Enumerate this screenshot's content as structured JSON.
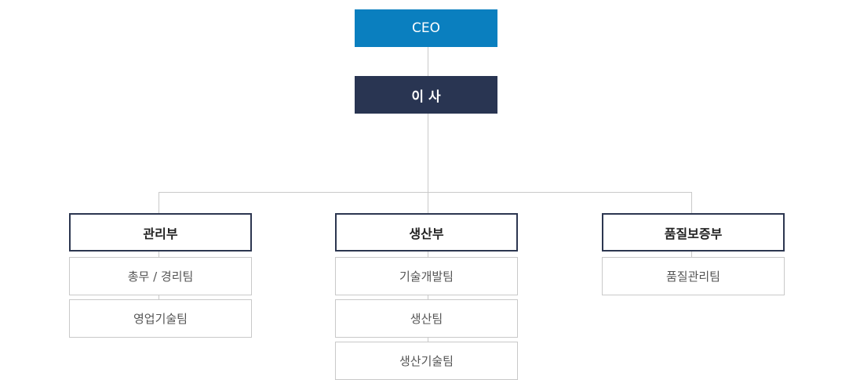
{
  "org_chart": {
    "ceo": {
      "label": "CEO"
    },
    "director": {
      "label": "이 사"
    },
    "departments": [
      {
        "label": "관리부",
        "teams": [
          "총무 / 경리팀",
          "영업기술팀"
        ]
      },
      {
        "label": "생산부",
        "teams": [
          "기술개발팀",
          "생산팀",
          "생산기술팀"
        ]
      },
      {
        "label": "품질보증부",
        "teams": [
          "품질관리팀"
        ]
      }
    ]
  },
  "colors": {
    "ceo_fill": "#0a7fbf",
    "director_fill": "#293552",
    "dept_border": "#2c3650",
    "team_border": "#c9c9c9",
    "connector": "#c9c9c9"
  }
}
